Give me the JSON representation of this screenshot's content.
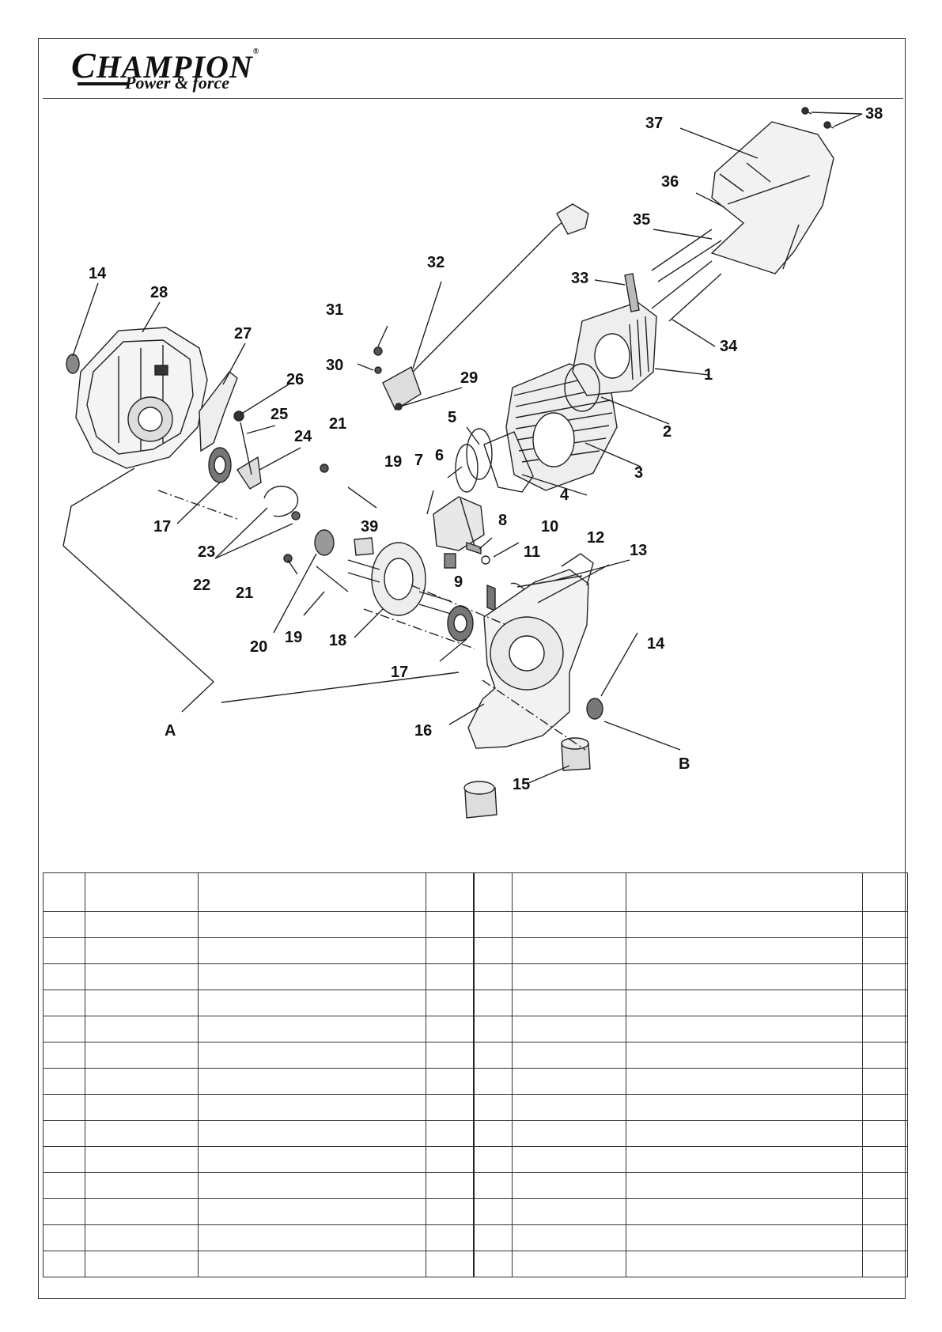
{
  "brand": {
    "name_initial": "C",
    "name_rest": "HAMPION",
    "registered": "®",
    "tagline": "Power & force"
  },
  "callouts": {
    "n1": "1",
    "n2": "2",
    "n3": "3",
    "n4": "4",
    "n5": "5",
    "n6": "6",
    "n7": "7",
    "n8": "8",
    "n9": "9",
    "n10": "10",
    "n11": "11",
    "n12": "12",
    "n13": "13",
    "n14a": "14",
    "n14b": "14",
    "n15": "15",
    "n16": "16",
    "n17a": "17",
    "n17b": "17",
    "n18": "18",
    "n19a": "19",
    "n19b": "19",
    "n20": "20",
    "n21a": "21",
    "n21b": "21",
    "n22": "22",
    "n23": "23",
    "n24": "24",
    "n25": "25",
    "n26": "26",
    "n27": "27",
    "n28": "28",
    "n29": "29",
    "n30": "30",
    "n31": "31",
    "n32": "32",
    "n33": "33",
    "n34": "34",
    "n35": "35",
    "n36": "36",
    "n37": "37",
    "n38": "38",
    "n39": "39",
    "A": "A",
    "B": "B"
  },
  "parts_table": {
    "columns": 8,
    "body_rows": 14
  }
}
